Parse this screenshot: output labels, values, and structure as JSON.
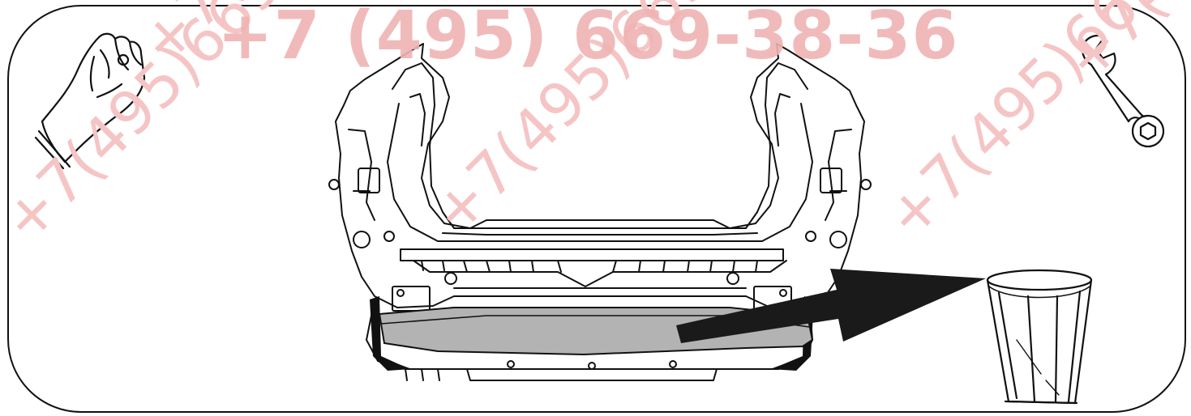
{
  "watermark": {
    "main_phone": "+7 (495) 669-38-36",
    "diagonal_texts": [
      "+7(495)669-38-36",
      "+7(495)669-38-36",
      "+7(495)669-38-36",
      "+7(495)669-38-36",
      "+7(495)669-38-36"
    ],
    "color": "#f0b3b3"
  },
  "icons": {
    "left": "gloved-hand-icon",
    "right": "wrench-icon",
    "disposal": "trash-bin-icon"
  },
  "colors": {
    "line": "#111111",
    "crossbar_fill": "#b3b3b3",
    "arrow": "#1a1a1a"
  }
}
